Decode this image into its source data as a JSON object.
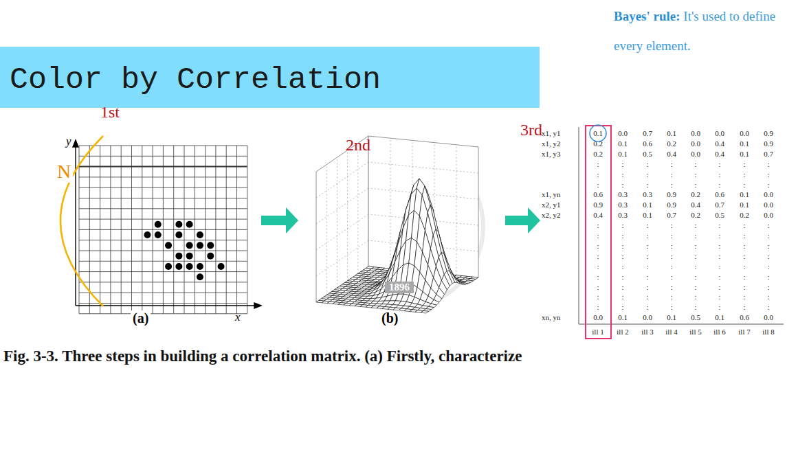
{
  "diagram": {
    "caption": "Fig. 3-3. Three steps in building a correlation matrix. (a) Firstly, characterize",
    "nodes": [
      {
        "text": [
          "Color by Correlation"
        ]
      }
    ],
    "labels": [
      "Bayes' rule:",
      "It's used to define every element.",
      "1st",
      "N",
      "2nd",
      "3rd",
      "y",
      "x",
      "(a)",
      "(b)",
      "1896",
      "x1, y1",
      "0.1",
      "0.0",
      "0.7",
      "0.1",
      "0.0",
      "0.0",
      "0.0",
      "0.9",
      "x1, y2",
      "0.2",
      "0.1",
      "0.6",
      "0.2",
      "0.0",
      "0.4",
      "0.1",
      "0.9",
      "x1, y3",
      "0.2",
      "0.1",
      "0.5",
      "0.4",
      "0.0",
      "0.4",
      "0.1",
      "0.7",
      ":",
      ":",
      ":",
      ":",
      ":",
      ":",
      ":",
      ":",
      ":",
      ":",
      ":",
      ":",
      ":",
      ":",
      ":",
      ":",
      ":",
      ":",
      ":",
      ":",
      ":",
      ":",
      ":",
      ":",
      "x1, yn",
      "0.6",
      "0.3",
      "0.3",
      "0.9",
      "0.2",
      "0.6",
      "0.1",
      "0.0",
      "x2, y1",
      "0.9",
      "0.3",
      "0.1",
      "0.9",
      "0.4",
      "0.7",
      "0.1",
      "0.0",
      "x2, y2",
      "0.4",
      "0.3",
      "0.1",
      "0.7",
      "0.2",
      "0.5",
      "0.2",
      "0.0",
      ":",
      ":",
      ":",
      ":",
      ":",
      ":",
      ":",
      ":",
      ":",
      ":",
      ":",
      ":",
      ":",
      ":",
      ":",
      ":",
      ":",
      ":",
      ":",
      ":",
      ":",
      ":",
      ":",
      ":",
      ":",
      ":",
      ":",
      ":",
      ":",
      ":",
      ":",
      ":",
      ":",
      ":",
      ":",
      ":",
      ":",
      ":",
      ":",
      ":",
      ":",
      ":",
      ":",
      ":",
      ":",
      ":",
      ":",
      ":",
      ":",
      ":",
      ":",
      ":",
      ":",
      ":",
      ":",
      ":",
      ":",
      ":",
      ":",
      ":",
      ":",
      ":",
      ":",
      ":",
      ":",
      ":",
      ":",
      ":",
      ":",
      ":",
      ":",
      ":",
      "xn, yn",
      "0.0",
      "0.1",
      "0.0",
      "0.1",
      "0.5",
      "0.1",
      "0.6",
      "0.0",
      "ill 1",
      "ill 2",
      "ill 3",
      "ill 4",
      "ill 5",
      "ill 6",
      "ill 7",
      "ill 8"
    ]
  }
}
